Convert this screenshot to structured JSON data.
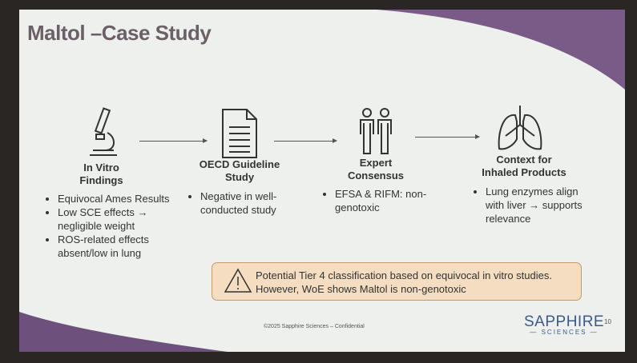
{
  "title": "Maltol –Case Study",
  "steps": [
    {
      "icon": "microscope-icon",
      "heading": "In Vitro\nFindings",
      "bullets": [
        "Equivocal Ames Results",
        "Low SCE effects → negligible weight",
        "ROS-related effects absent/low in lung"
      ]
    },
    {
      "icon": "document-icon",
      "heading": "OECD Guideline\nStudy",
      "bullets": [
        "Negative in well-conducted study"
      ]
    },
    {
      "icon": "people-icon",
      "heading": "Expert\nConsensus",
      "bullets": [
        "EFSA & RIFM: non-genotoxic"
      ]
    },
    {
      "icon": "lungs-icon",
      "heading": "Context for\nInhaled Products",
      "bullets": [
        "Lung enzymes align with liver → supports relevance"
      ]
    }
  ],
  "callout": {
    "line1": "Potential Tier 4 classification based on equivocal in vitro studies.",
    "line2": "However, WoE shows Maltol is non-genotoxic"
  },
  "footer": "©2025 Sapphire Sciences – Confidential",
  "logo": {
    "name": "SAPPHIRE",
    "sub": "— SCIENCES —"
  },
  "page_number": "10"
}
